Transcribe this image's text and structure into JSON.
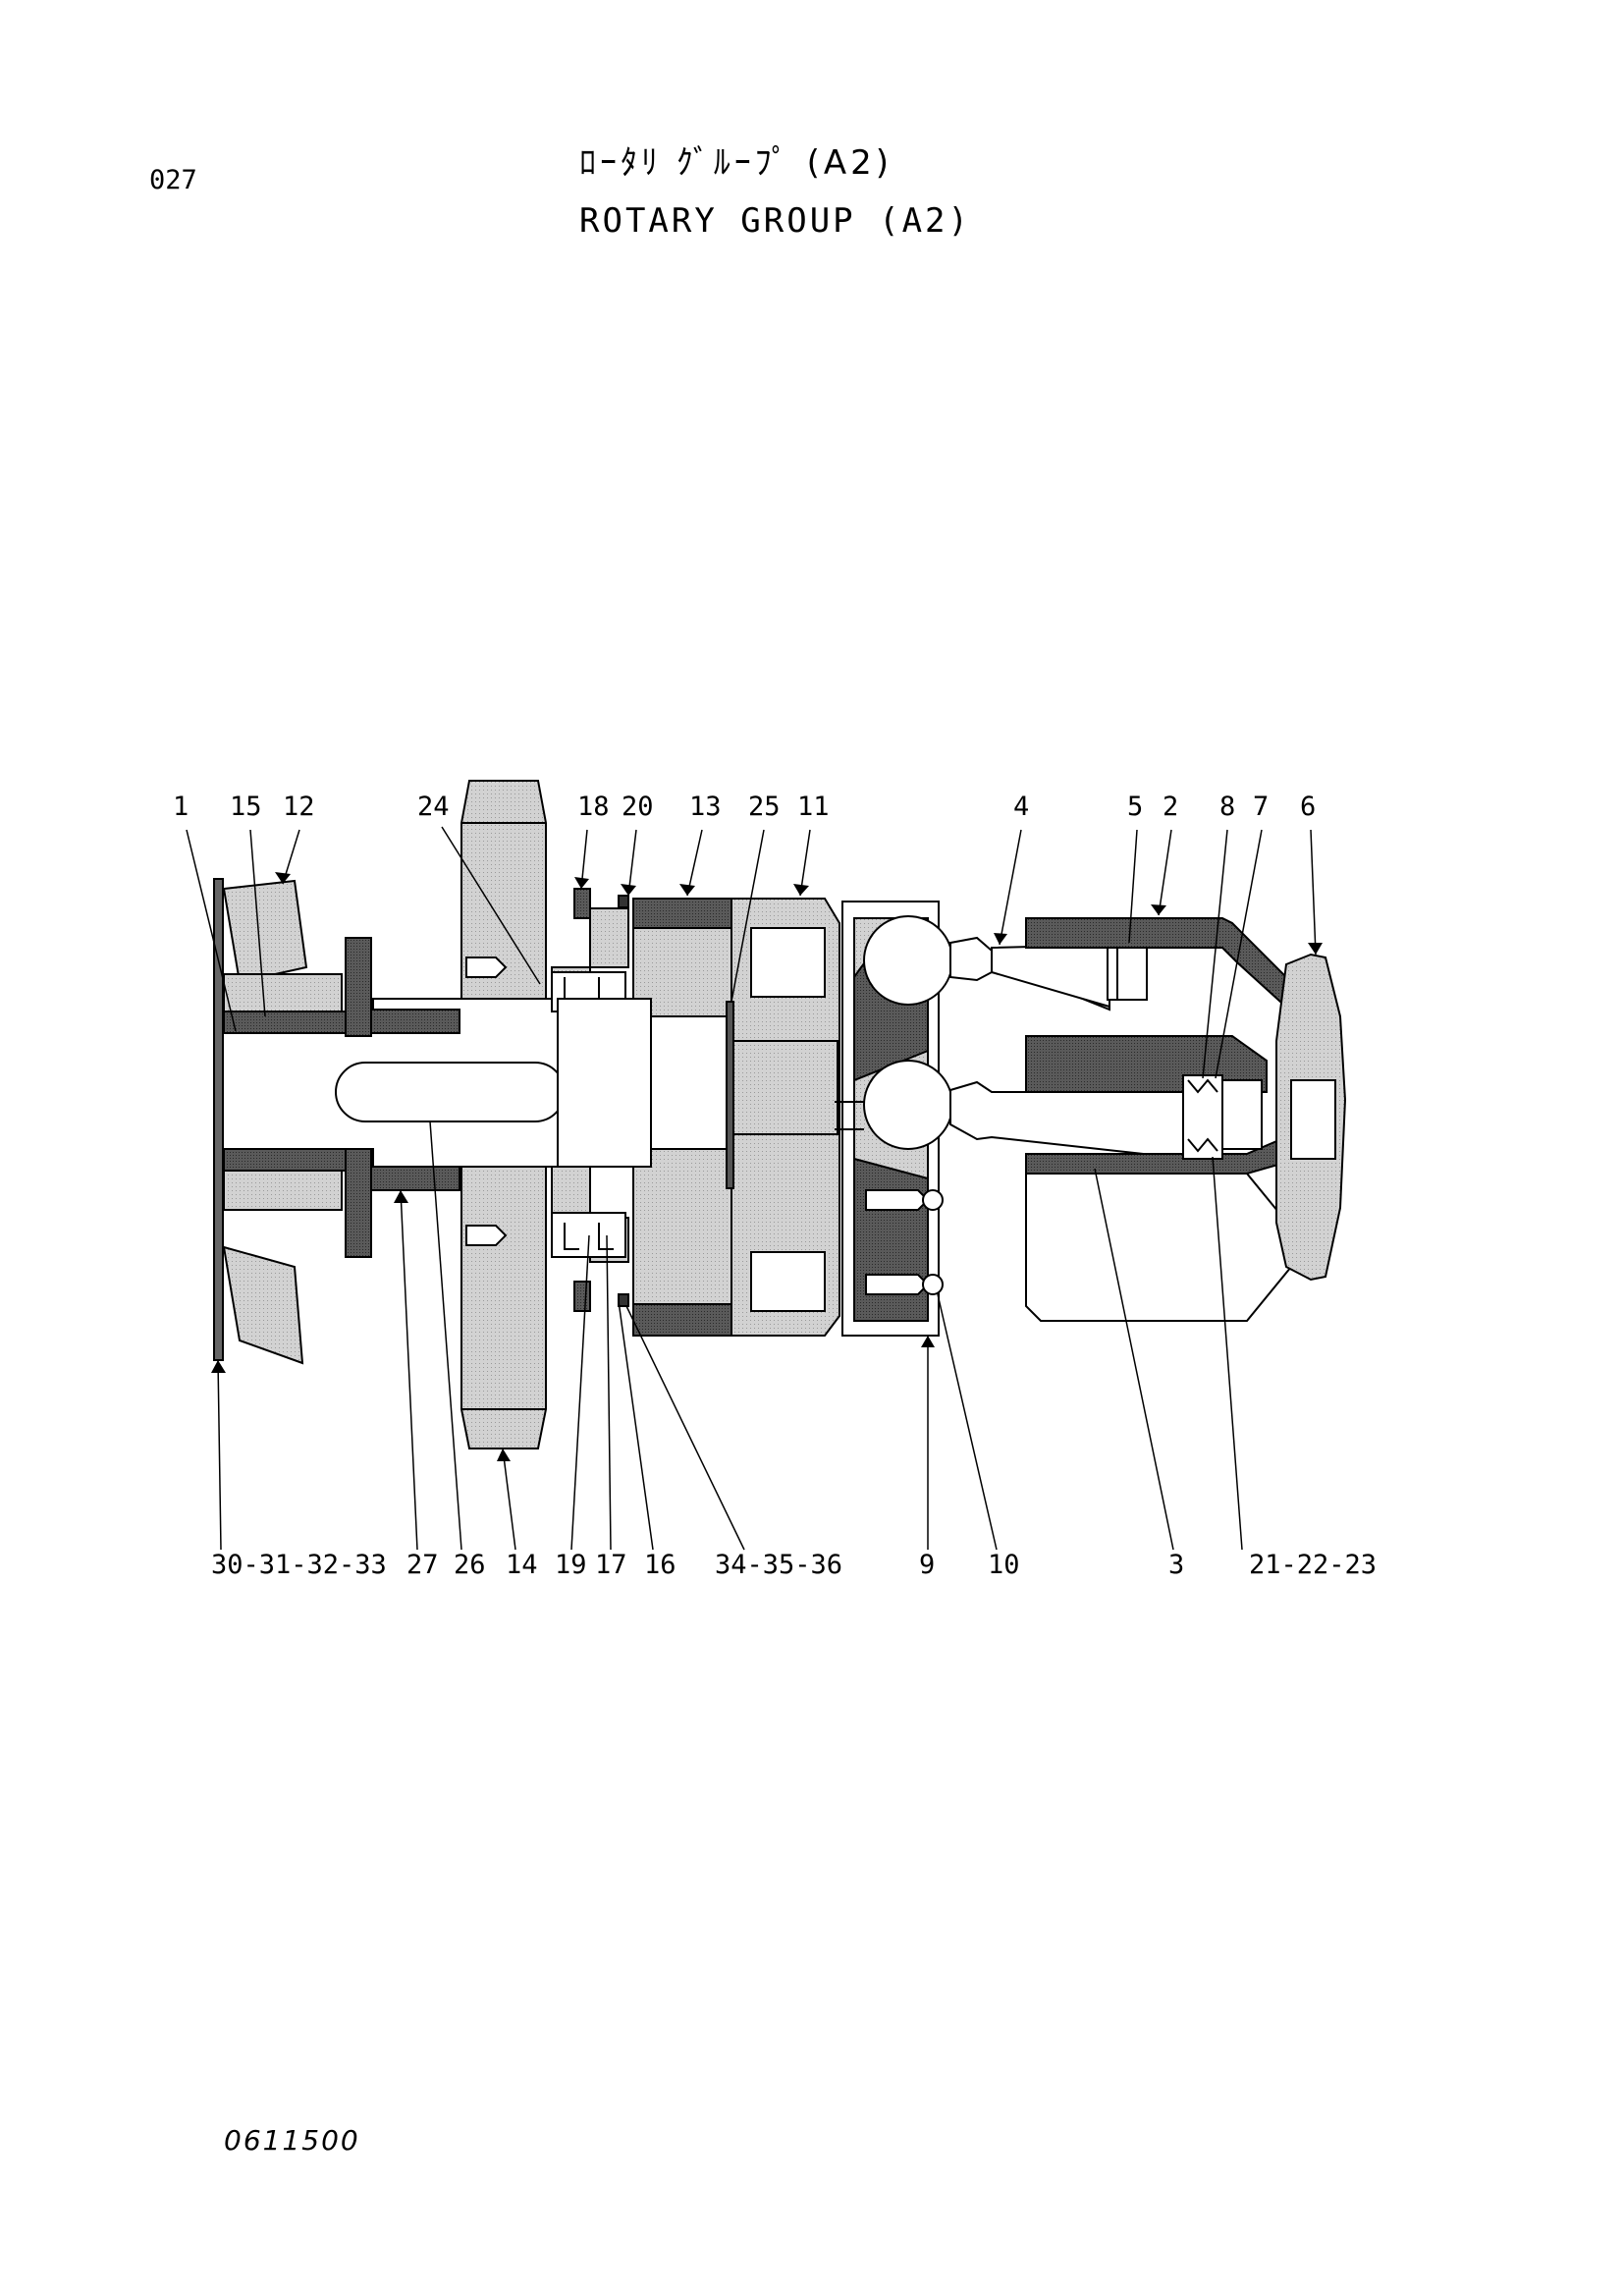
{
  "page_number": "027",
  "title_jp": "ﾛｰﾀﾘ ｸﾞﾙｰﾌﾟ (A2)",
  "title_en": "ROTARY GROUP (A2)",
  "drawing_number": "0611500",
  "callouts_top": [
    {
      "id": "1",
      "text": "1"
    },
    {
      "id": "15",
      "text": "15"
    },
    {
      "id": "12",
      "text": "12"
    },
    {
      "id": "24",
      "text": "24"
    },
    {
      "id": "18",
      "text": "18"
    },
    {
      "id": "20",
      "text": "20"
    },
    {
      "id": "13",
      "text": "13"
    },
    {
      "id": "25",
      "text": "25"
    },
    {
      "id": "11",
      "text": "11"
    },
    {
      "id": "4",
      "text": "4"
    },
    {
      "id": "5",
      "text": "5"
    },
    {
      "id": "2",
      "text": "2"
    },
    {
      "id": "8",
      "text": "8"
    },
    {
      "id": "7",
      "text": "7"
    },
    {
      "id": "6",
      "text": "6"
    }
  ],
  "callouts_bottom": [
    {
      "id": "30-31-32-33",
      "text": "30-31-32-33"
    },
    {
      "id": "27",
      "text": "27"
    },
    {
      "id": "26",
      "text": "26"
    },
    {
      "id": "14",
      "text": "14"
    },
    {
      "id": "19",
      "text": "19"
    },
    {
      "id": "17",
      "text": "17"
    },
    {
      "id": "16",
      "text": "16"
    },
    {
      "id": "34-35-36",
      "text": "34-35-36"
    },
    {
      "id": "9",
      "text": "9"
    },
    {
      "id": "10",
      "text": "10"
    },
    {
      "id": "3",
      "text": "3"
    },
    {
      "id": "21-22-23",
      "text": "21-22-23"
    }
  ]
}
